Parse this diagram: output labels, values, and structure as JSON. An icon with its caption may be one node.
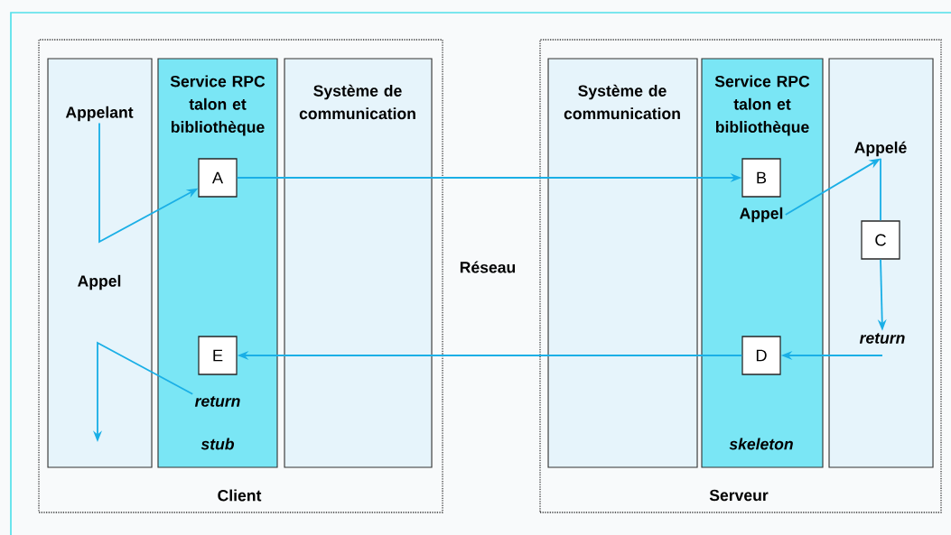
{
  "diagram": {
    "nodes": [
      {
        "text": [
          "Client"
        ]
      },
      {
        "text": [],
        "shape": "box",
        "in": 0
      },
      {
        "text": [
          "Appelant"
        ],
        "in": 1
      },
      {
        "text": [
          "Service RPC talon et bibliothèque",
          "stub"
        ],
        "in": 0
      },
      {
        "text": [
          "A"
        ],
        "in": 3
      },
      {
        "text": [
          "E"
        ],
        "in": 3
      },
      {
        "text": [
          "return"
        ],
        "in": 3
      },
      {
        "text": [
          "Système de communication"
        ],
        "in": 0
      },
      {
        "text": [
          "Serveur"
        ]
      },
      {
        "text": [
          "Système de communication"
        ],
        "in": 8
      },
      {
        "text": [
          "Service RPC talon et bibliothèque",
          "skeleton"
        ],
        "in": 8
      },
      {
        "text": [
          "B"
        ],
        "in": 10
      },
      {
        "text": [
          "Appel"
        ],
        "in": 10
      },
      {
        "text": [
          "D"
        ],
        "in": 10
      },
      {
        "text": [],
        "shape": "box",
        "in": 8
      },
      {
        "text": [
          "Appelé"
        ],
        "in": 14
      },
      {
        "text": [
          "C"
        ],
        "in": 14
      },
      {
        "text": [
          "return"
        ],
        "in": 14
      }
    ],
    "edges": [
      {
        "from": 2,
        "to": 4,
        "arrow": "to"
      },
      {
        "from": 4,
        "to": 7,
        "arrow": "none"
      },
      {
        "from": 7,
        "to": 9,
        "arrow": "none"
      },
      {
        "from": 9,
        "to": 11,
        "arrow": "to"
      },
      {
        "from": 12,
        "to": 15,
        "arrow": "to"
      },
      {
        "from": 15,
        "to": 16,
        "arrow": "none"
      },
      {
        "from": 16,
        "to": 17,
        "arrow": "to"
      },
      {
        "from": 17,
        "to": 13,
        "arrow": "to"
      },
      {
        "from": 13,
        "to": 9,
        "arrow": "none"
      },
      {
        "from": 9,
        "to": 7,
        "arrow": "none"
      },
      {
        "from": 7,
        "to": 5,
        "arrow": "to"
      },
      {
        "from": 6,
        "to": null,
        "arrow": "to"
      }
    ],
    "labels": [
      "Réseau",
      "Appel"
    ]
  }
}
